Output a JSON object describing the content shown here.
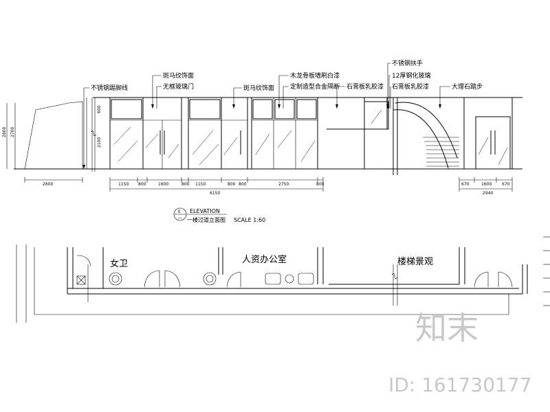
{
  "elevation": {
    "labels": {
      "l1": "不锈钢踢脚线",
      "l2a": "斑马纹饰面",
      "l2b": "无框玻璃门",
      "l3": "斑马纹饰面",
      "l4a": "木龙骨板墙刷白漆",
      "l4b": "定制造型合金隔断",
      "l5": "石膏板乳胶漆",
      "l6a": "不锈钢扶手",
      "l6b": "12厚钢化玻璃",
      "l6c": "石膏板乳胶漆",
      "l7": "大理石踏步"
    },
    "dims_bottom": [
      "2600",
      "1150",
      "800",
      "1600",
      "800",
      "1150",
      "800",
      "800",
      "2750",
      "800",
      "6150",
      "670",
      "1600",
      "670",
      "2940"
    ],
    "dims_left": [
      "2800",
      "2700",
      "600",
      "2100"
    ],
    "title": {
      "mark": "E",
      "number": "—",
      "heading": "ELEVATION",
      "subtitle": "一楼过道立面图",
      "scale": "SCALE 1:60"
    }
  },
  "plan": {
    "rooms": [
      "女卫",
      "人资办公室",
      "楼梯景观"
    ]
  },
  "watermark": {
    "logo": "知末",
    "id": "ID: 161730177"
  }
}
